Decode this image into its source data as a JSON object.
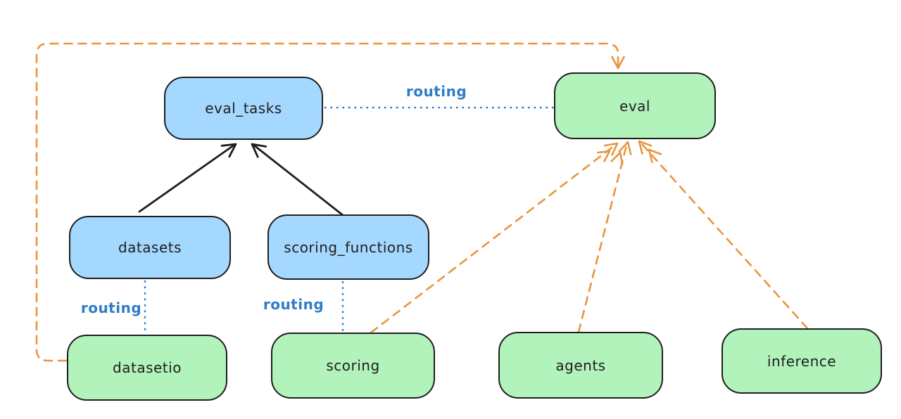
{
  "diagram": {
    "nodes": {
      "eval_tasks": {
        "label": "eval_tasks",
        "fill": "blue"
      },
      "eval": {
        "label": "eval",
        "fill": "green"
      },
      "datasets": {
        "label": "datasets",
        "fill": "blue"
      },
      "scoring_functions": {
        "label": "scoring_functions",
        "fill": "blue"
      },
      "datasetio": {
        "label": "datasetio",
        "fill": "green"
      },
      "scoring": {
        "label": "scoring",
        "fill": "green"
      },
      "agents": {
        "label": "agents",
        "fill": "green"
      },
      "inference": {
        "label": "inference",
        "fill": "green"
      }
    },
    "edge_label": "routing",
    "connections": [
      {
        "from": "datasets",
        "to": "eval_tasks",
        "style": "solid-arrow",
        "color": "black"
      },
      {
        "from": "scoring_functions",
        "to": "eval_tasks",
        "style": "solid-arrow",
        "color": "black"
      },
      {
        "from": "eval_tasks",
        "to": "eval",
        "style": "dotted-line",
        "color": "blue",
        "label": "routing"
      },
      {
        "from": "datasets",
        "to": "datasetio",
        "style": "dotted-line",
        "color": "blue",
        "label": "routing"
      },
      {
        "from": "scoring_functions",
        "to": "scoring",
        "style": "dotted-line",
        "color": "blue",
        "label": "routing"
      },
      {
        "from": "datasetio",
        "to": "eval",
        "style": "dashed-arrow",
        "color": "orange"
      },
      {
        "from": "scoring",
        "to": "eval",
        "style": "dashed-arrow",
        "color": "orange"
      },
      {
        "from": "agents",
        "to": "eval",
        "style": "dashed-arrow",
        "color": "orange"
      },
      {
        "from": "inference",
        "to": "eval",
        "style": "dashed-arrow",
        "color": "orange"
      }
    ],
    "colors": {
      "blue_node_fill": "#a5d8ff",
      "green_node_fill": "#b2f2bb",
      "node_stroke": "#1e1e1e",
      "routing_blue": "#2f7cc9",
      "orange_dashed": "#e8953f",
      "black_arrow": "#1e1e1e",
      "background": "#ffffff"
    }
  }
}
